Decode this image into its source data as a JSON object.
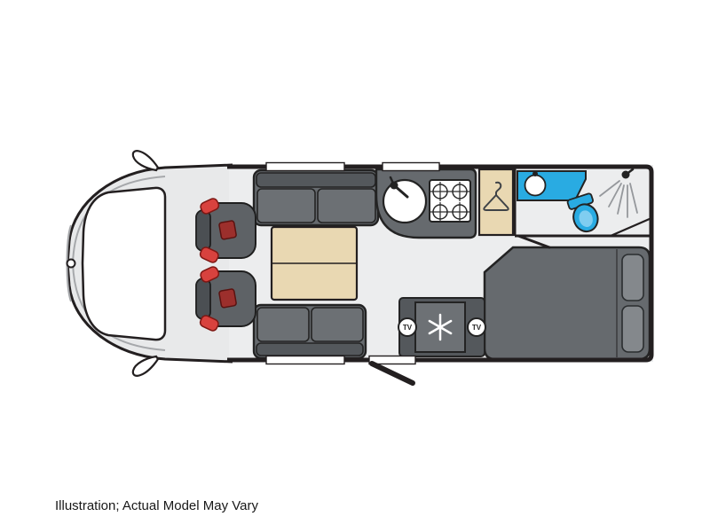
{
  "caption": "Illustration; Actual Model May Vary",
  "labels": {
    "front_tv": "TV",
    "rear_tv": "TV"
  },
  "colors": {
    "outline": "#231f20",
    "floor": "#ecedee",
    "cab_body": "#e8e9ea",
    "panel_line": "#a6a8ab",
    "furniture_gray": "#666a6e",
    "furniture_dark": "#54585c",
    "cushion_gray": "#6c7074",
    "pillow_gray": "#84888c",
    "wood_tan": "#e9d8b2",
    "fixture_blue": "#29abe2",
    "fixture_blue_light": "#7fcdf0",
    "belt_red": "#d8423e",
    "buckle_red": "#9c2f2c",
    "white": "#ffffff"
  },
  "icons": {
    "snowflake-icon": "❄",
    "sink-icon": "◯",
    "tap-icon": "¬",
    "hob-burner-icon": "⊕",
    "hanger-icon": "▽",
    "shower-head-icon": "☼",
    "toilet-icon": "◔",
    "tv-badge-icon": "TV",
    "seatbelt-icon": "/"
  }
}
